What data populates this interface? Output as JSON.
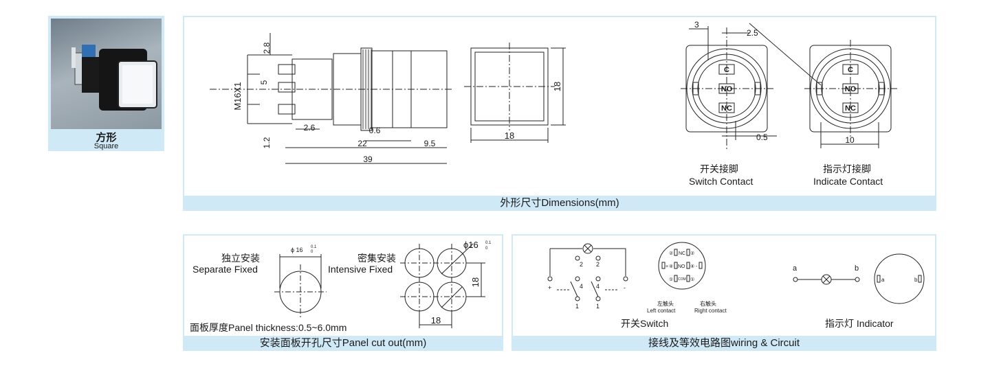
{
  "product_card": {
    "title_zh": "方形",
    "title_en": "Square"
  },
  "dimensions_panel": {
    "caption": "外形尺寸Dimensions(mm)",
    "side_view": {
      "thread_label": "M16X1",
      "dim_2_8": "2.8",
      "dim_5": "5",
      "dim_1_2": "1.2",
      "dim_2_6": "2.6",
      "dim_0_6": "0.6",
      "dim_22": "22",
      "dim_9_5": "9.5",
      "dim_39": "39"
    },
    "front_view": {
      "width": "18",
      "height": "18"
    },
    "switch_contact": {
      "dim_3": "3",
      "dim_2_5": "2.5",
      "dim_0_5": "0.5",
      "pin_c": "C",
      "pin_no": "NO",
      "pin_nc": "NC",
      "label_zh": "开关接脚",
      "label_en": "Switch Contact"
    },
    "indicate_contact": {
      "pin_c": "C",
      "pin_no": "NO",
      "pin_nc": "NC",
      "dim_10": "10",
      "label_zh": "指示灯接脚",
      "label_en": "Indicate Contact"
    }
  },
  "cutout_panel": {
    "caption": "安装面板开孔尺寸Panel cut out(mm)",
    "separate_zh": "独立安装",
    "separate_en": "Separate Fixed",
    "separate_dia": "ϕ 16",
    "separate_tol_up": "0.1",
    "separate_tol_down": "0",
    "intensive_zh": "密集安装",
    "intensive_en": "Intensive Fixed",
    "intensive_dia": "ϕ16",
    "intensive_tol_up": "0.1",
    "intensive_tol_down": "0",
    "pitch_v": "18",
    "pitch_h": "18",
    "thickness": "面板厚度Panel thickness:0.5~6.0mm"
  },
  "wiring_panel": {
    "caption": "接线及等效电路图wiring & Circuit",
    "switch_label": "开关Switch",
    "indicator_label": "指示灯 Indicator",
    "left_contact_zh": "左触头",
    "left_contact_en": "Left contact",
    "right_contact_zh": "右触头",
    "right_contact_en": "Right contact",
    "pin_numbers": [
      "2",
      "2",
      "4",
      "4",
      "1",
      "1"
    ],
    "plus": "+",
    "minus": "-",
    "dial": {
      "nc": "NC",
      "no": "NO",
      "com": "COM",
      "n1": "①",
      "n2": "②",
      "n4": "④",
      "plus": "+",
      "minus": "-"
    },
    "node_a": "a",
    "node_b": "b",
    "lamp_a": "a",
    "lamp_b": "b"
  }
}
